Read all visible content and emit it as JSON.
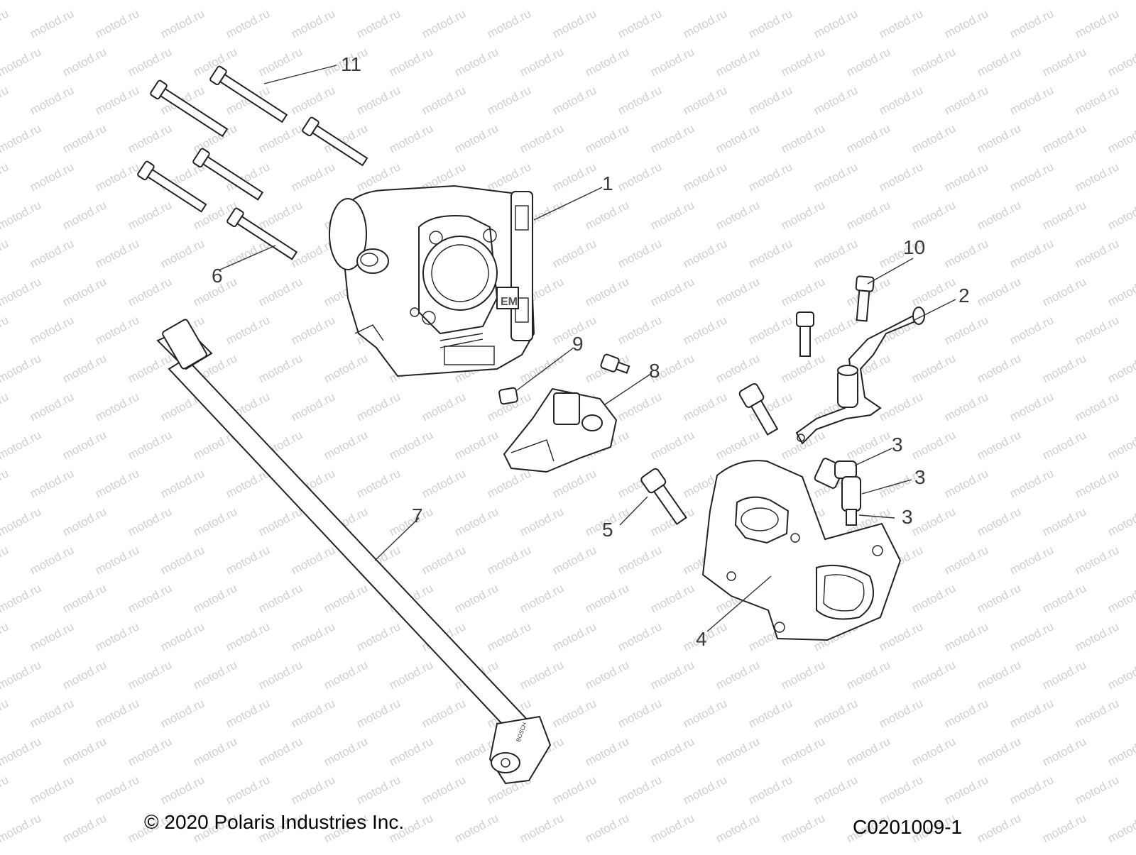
{
  "watermark": {
    "text": "motod.ru",
    "color": "#cfcfcf"
  },
  "callouts": [
    {
      "id": "c1",
      "label": "1"
    },
    {
      "id": "c2",
      "label": "2"
    },
    {
      "id": "c3a",
      "label": "3"
    },
    {
      "id": "c3b",
      "label": "3"
    },
    {
      "id": "c3c",
      "label": "3"
    },
    {
      "id": "c4",
      "label": "4"
    },
    {
      "id": "c5",
      "label": "5"
    },
    {
      "id": "c6",
      "label": "6"
    },
    {
      "id": "c7",
      "label": "7"
    },
    {
      "id": "c8",
      "label": "8"
    },
    {
      "id": "c9",
      "label": "9"
    },
    {
      "id": "c10",
      "label": "10"
    },
    {
      "id": "c11",
      "label": "11"
    }
  ],
  "footer": {
    "copyright": "© 2020 Polaris Industries Inc.",
    "drawing_id": "C0201009-1"
  },
  "sensor_brand": "BOSCH"
}
